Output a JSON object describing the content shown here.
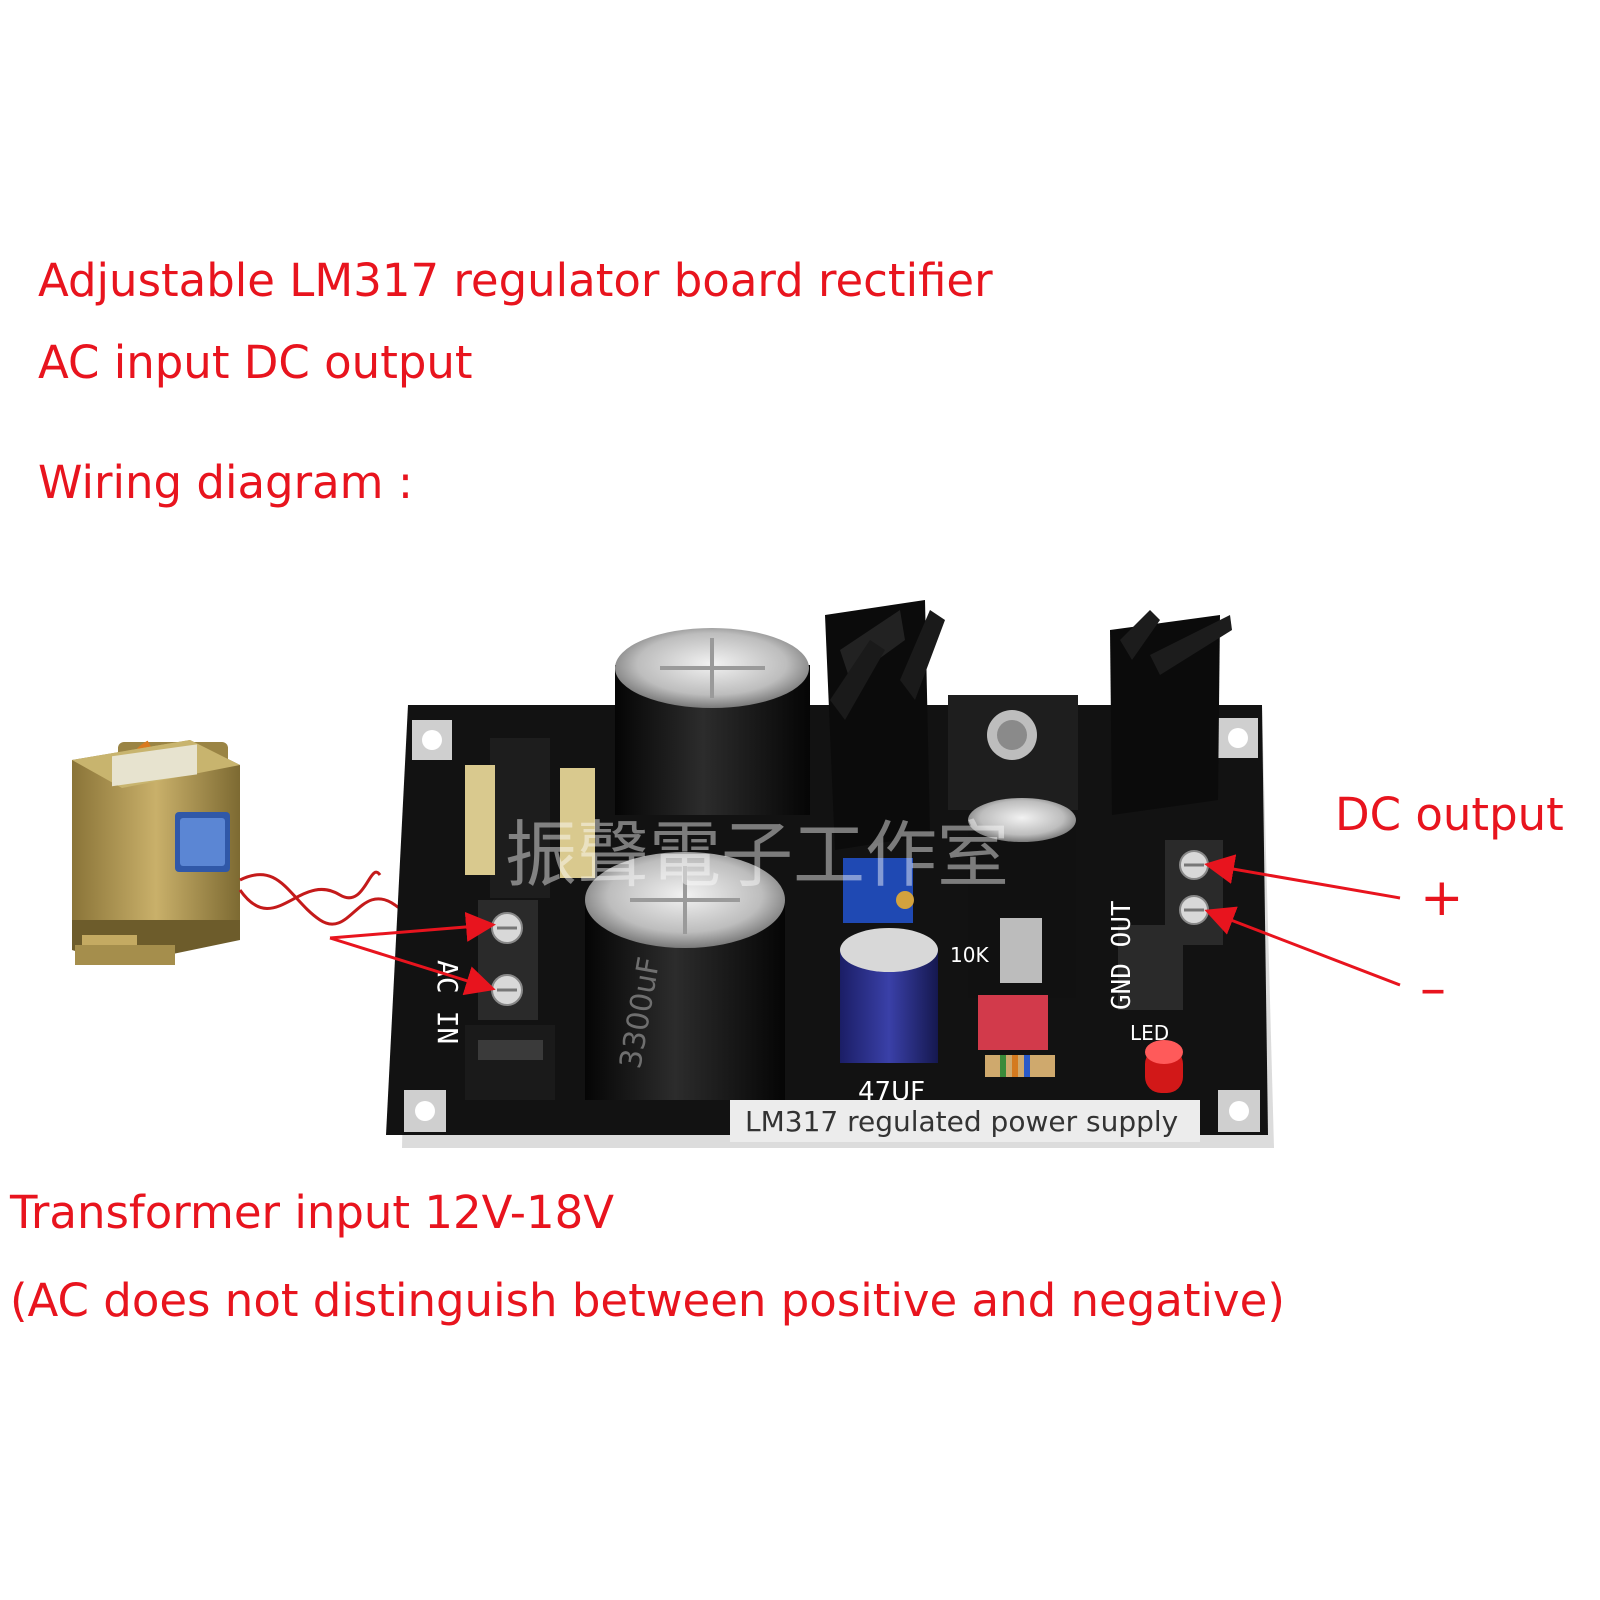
{
  "heading": {
    "line1": "Adjustable LM317 regulator board rectifier",
    "line2": "AC input DC output",
    "wiring": "Wiring diagram :"
  },
  "output": {
    "label": "DC output",
    "plus": "+",
    "minus": "–"
  },
  "input": {
    "label": "Transformer input 12V-18V",
    "note": "(AC does not distinguish between positive and negative)"
  },
  "board": {
    "silkscreen": "LM317 regulated power supply",
    "ac_in": "AC IN",
    "gnd_out": "GND OUT",
    "cap_small": "47UF",
    "trimmer": "10K",
    "led": "LED",
    "cap_big": "3300uF",
    "watermark": "振聲電子工作室"
  },
  "colors": {
    "annotation": "#e8141e",
    "board": "#111111",
    "heatsink": "#0b0b0b",
    "transformer": "#b49a52"
  }
}
